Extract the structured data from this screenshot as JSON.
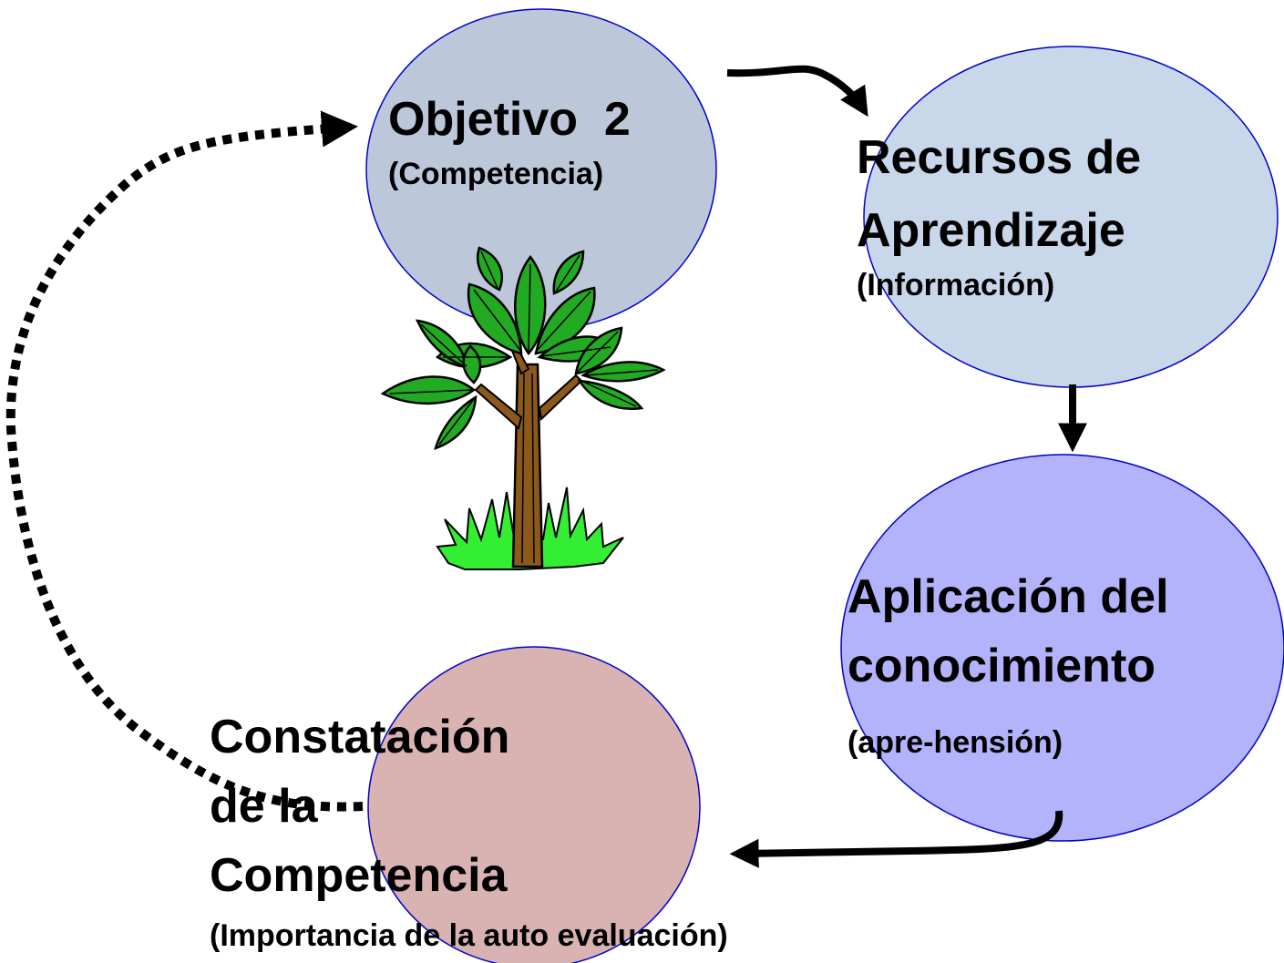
{
  "nodes": {
    "objective": {
      "title": "Objetivo  2",
      "subtitle": "(Competencia)",
      "color": "#bcc8da"
    },
    "resources": {
      "title_line1": "Recursos de",
      "title_line2": "Aprendizaje",
      "subtitle": "(Información)",
      "color": "#c8d8ea"
    },
    "application": {
      "title_line1": "Aplicación del",
      "title_line2": "conocimiento",
      "subtitle": "(apre-hensión)",
      "color": "#b3b3fb"
    },
    "verification": {
      "title_line1": "Constatación",
      "title_line2": "de la",
      "title_line3": "Competencia",
      "subtitle": "(Importancia de la auto evaluación)",
      "color": "#d9b2b2"
    }
  },
  "colors": {
    "circle_outline": "#0000cc",
    "arrow": "#000000",
    "leaf": "#22aa22",
    "trunk": "#8b5a1b",
    "grass": "#33ee33"
  },
  "icons": {
    "tree": "tree-illustration"
  }
}
